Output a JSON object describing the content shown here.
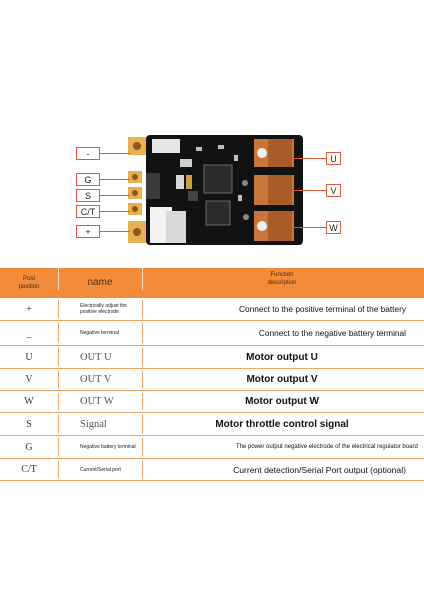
{
  "diagram": {
    "callouts_left": [
      "-",
      "G",
      "S",
      "C/T",
      "+"
    ],
    "callouts_right": [
      "U",
      "V",
      "W"
    ],
    "colors": {
      "board": "#111111",
      "copper": "#c8763a",
      "pad": "#e8b050",
      "callout_border": "#e05a3a"
    }
  },
  "table": {
    "header": {
      "pos": "Post\nposition",
      "name": "name",
      "func": "Function\ndescription",
      "color": "#f28c3a"
    },
    "rows": [
      {
        "pos": "+",
        "name": "Electrically adjust the positive electrode",
        "func": "Connect to the positive terminal of the battery"
      },
      {
        "pos": "_",
        "name": "Negative terminal",
        "func": "Connect to the negative battery terminal"
      },
      {
        "pos": "U",
        "name": "OUT U",
        "func": "Motor output U"
      },
      {
        "pos": "V",
        "name": "OUT V",
        "func": "Motor output V"
      },
      {
        "pos": "W",
        "name": "OUT W",
        "func": "Motor output W"
      },
      {
        "pos": "S",
        "name": "Signal",
        "func": "Motor throttle control signal"
      },
      {
        "pos": "G",
        "name": "Negative battery terminal",
        "func": "The power output negative electrode of the electrical regulator board"
      },
      {
        "pos": "C/T",
        "name": "Current/Serial port",
        "func": "Current detection/Serial Port output (optional)"
      }
    ]
  }
}
